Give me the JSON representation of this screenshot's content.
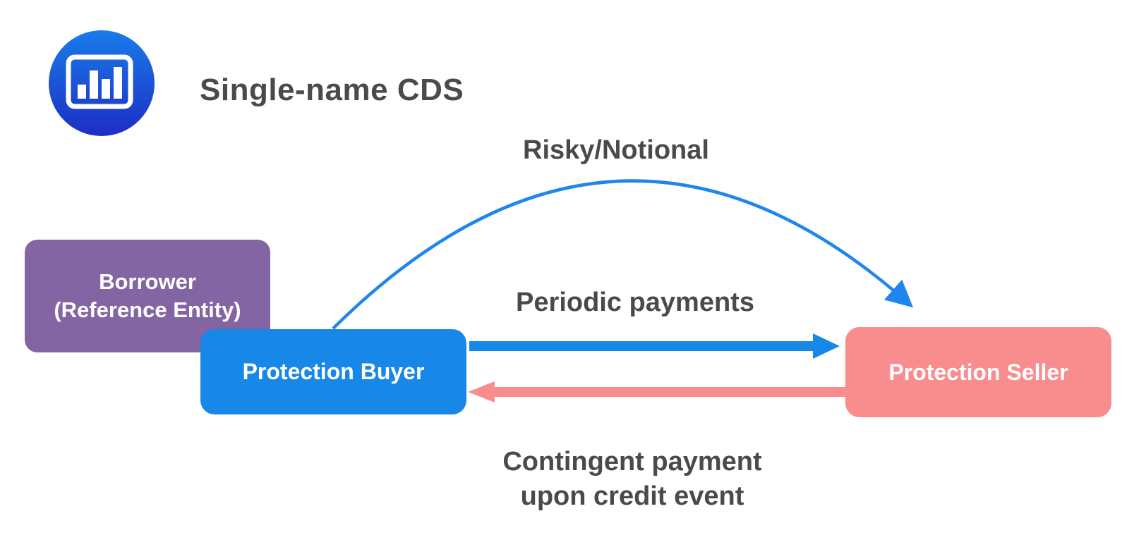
{
  "header": {
    "icon": "bar-chart-icon",
    "title": "Single-name CDS"
  },
  "colors": {
    "background": "#ffffff",
    "text_dark": "#4a4a4a",
    "accent_blue": "#1788e8",
    "arc_blue": "#1e86ec",
    "purple": "#8365a4",
    "pink": "#f98d8d",
    "icon_gradient_top": "#1a7bea",
    "icon_gradient_bottom": "#1d2ec4"
  },
  "diagram": {
    "nodes": [
      {
        "id": "borrower",
        "label_line1": "Borrower",
        "label_line2": "(Reference Entity)",
        "color": "#8365a4"
      },
      {
        "id": "protection-buyer",
        "label": "Protection Buyer",
        "color": "#1788e8"
      },
      {
        "id": "protection-seller",
        "label": "Protection Seller",
        "color": "#f98d8d"
      }
    ],
    "edges": [
      {
        "from": "protection-buyer",
        "to": "protection-seller",
        "label": "Risky/Notional",
        "style": "curved-thin-arrow",
        "color": "#1e86ec"
      },
      {
        "from": "protection-buyer",
        "to": "protection-seller",
        "label": "Periodic payments",
        "style": "straight-thick-arrow",
        "color": "#1788e8"
      },
      {
        "from": "protection-seller",
        "to": "protection-buyer",
        "label_line1": "Contingent payment",
        "label_line2": "upon credit event",
        "style": "straight-thick-arrow",
        "color": "#f98d8d"
      }
    ]
  }
}
